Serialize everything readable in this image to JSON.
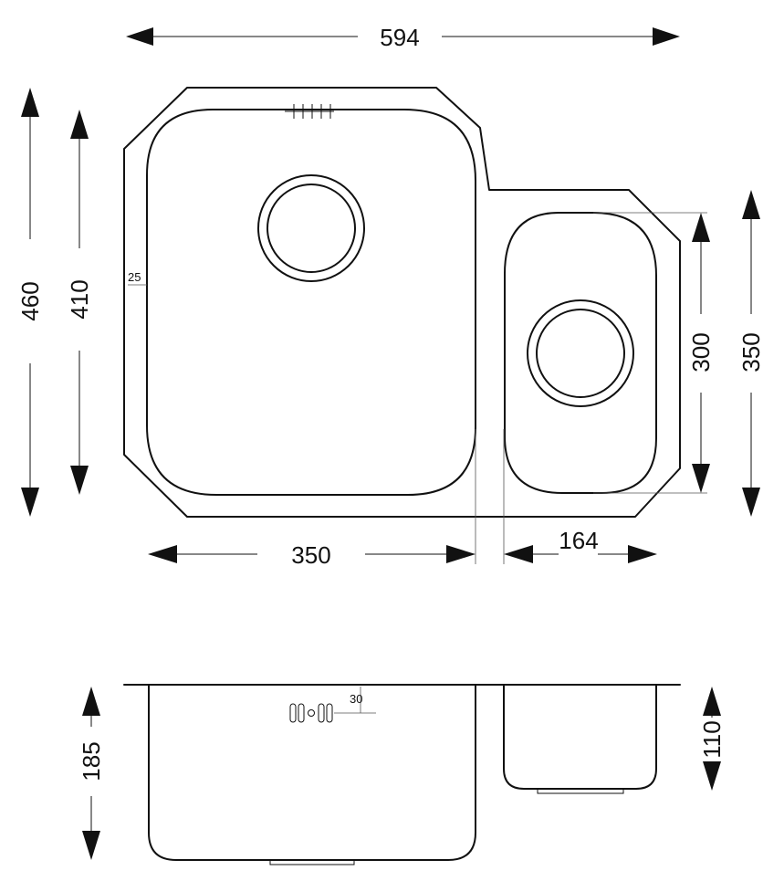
{
  "dimensions": {
    "overall_width": "594",
    "overall_height": "460",
    "large_bowl_height": "410",
    "large_bowl_width": "350",
    "small_bowl_width": "164",
    "small_bowl_height": "300",
    "small_section_height": "350",
    "corner_radius": "25",
    "large_bowl_depth": "185",
    "small_bowl_depth": "110",
    "overflow_offset": "30"
  }
}
